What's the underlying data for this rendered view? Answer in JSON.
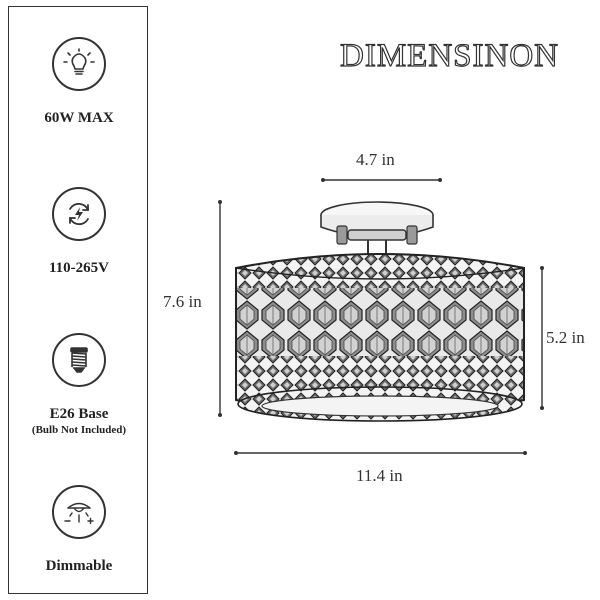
{
  "title": "DIMENSINON",
  "features": [
    {
      "icon": "bulb-icon",
      "label": "60W MAX",
      "sublabel": ""
    },
    {
      "icon": "voltage-cycle-icon",
      "label": "110-265V",
      "sublabel": ""
    },
    {
      "icon": "e26-base-icon",
      "label": "E26 Base",
      "sublabel": "(Bulb Not Included)"
    },
    {
      "icon": "dimmer-icon",
      "label": "Dimmable",
      "sublabel": ""
    }
  ],
  "dimensions": {
    "canopy_width": "4.7 in",
    "total_height": "7.6 in",
    "shade_height": "5.2 in",
    "shade_width": "11.4 in"
  },
  "colors": {
    "line": "#333333",
    "background": "#ffffff"
  }
}
